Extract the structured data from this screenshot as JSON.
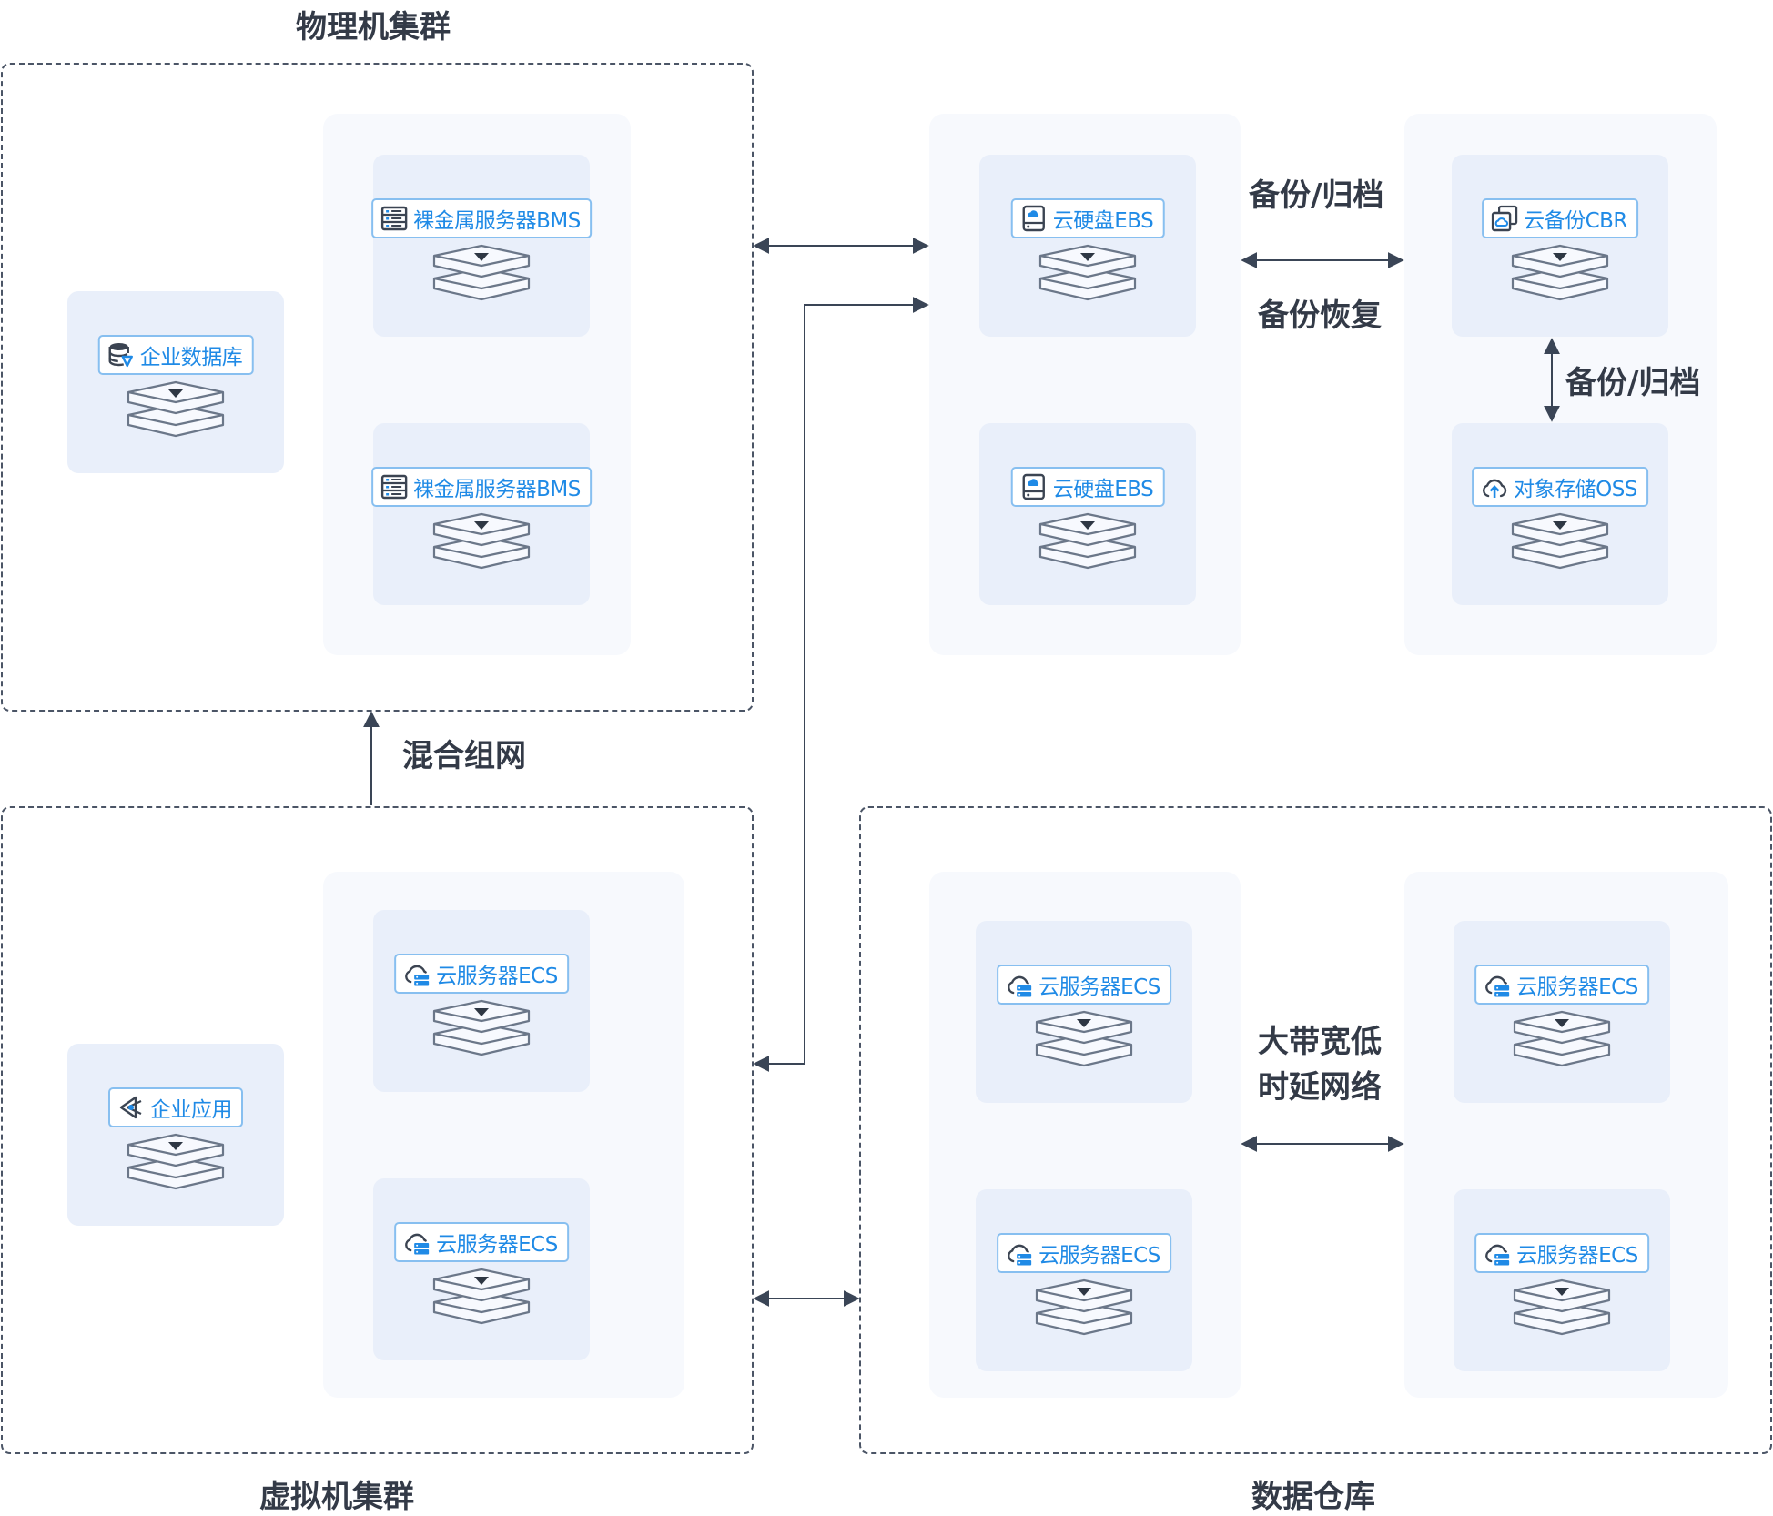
{
  "groups": {
    "physical": "物理机集群",
    "virtual": "虚拟机集群",
    "warehouse": "数据仓库"
  },
  "nodes": {
    "enterprise_db": "企业数据库",
    "bms_1": "裸金属服务器BMS",
    "bms_2": "裸金属服务器BMS",
    "ebs_1": "云硬盘EBS",
    "ebs_2": "云硬盘EBS",
    "cbr": "云备份CBR",
    "oss": "对象存储OSS",
    "enterprise_app": "企业应用",
    "ecs_v1": "云服务器ECS",
    "ecs_v2": "云服务器ECS",
    "ecs_w1": "云服务器ECS",
    "ecs_w2": "云服务器ECS",
    "ecs_w3": "云服务器ECS",
    "ecs_w4": "云服务器ECS"
  },
  "edges": {
    "backup_archive_1": "备份/归档",
    "backup_restore": "备份恢复",
    "backup_archive_2": "备份/归档",
    "hybrid_network": "混合组网",
    "high_bandwidth_line1": "大带宽低",
    "high_bandwidth_line2": "时延网络"
  },
  "icons": {
    "enterprise_db": "database-icon",
    "bms": "server-rack-icon",
    "ebs": "hard-disk-icon",
    "cbr": "cloud-backup-icon",
    "oss": "cloud-upload-icon",
    "enterprise_app": "app-icon",
    "ecs": "cloud-server-icon"
  },
  "colors": {
    "accent": "#1f8ae6",
    "chip_border": "#87bff0",
    "tile_bg": "#e9effa",
    "panel_bg": "#f7f9fd",
    "line": "#3a4556",
    "text": "#333a47"
  }
}
